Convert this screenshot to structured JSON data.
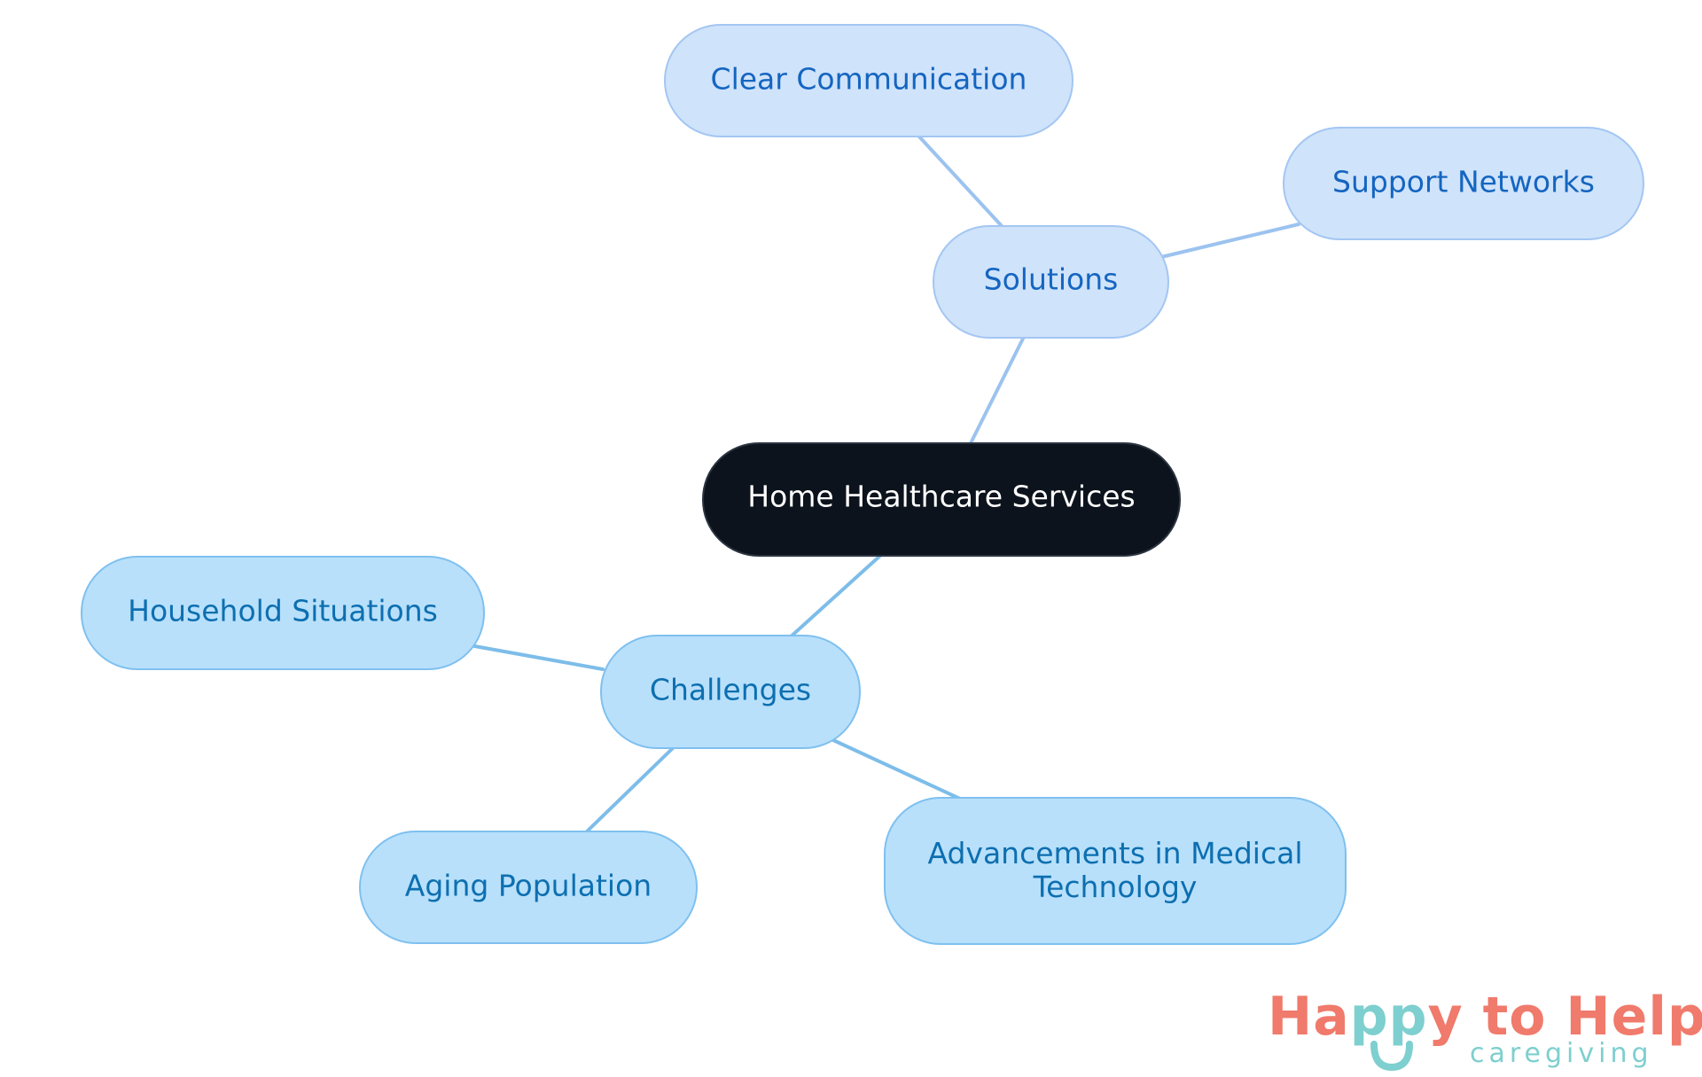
{
  "colors": {
    "background": "#ffffff",
    "root_fill": "#0d131c",
    "root_stroke": "#2b3440",
    "root_text": "#ffffff",
    "solutions_fill": "#cfe3fb",
    "solutions_stroke": "#a3c6f2",
    "solutions_text": "#1565c0",
    "solutions_edge": "#9cc3ef",
    "challenges_fill": "#b8e0fb",
    "challenges_stroke": "#7fc0ef",
    "challenges_text": "#0d6fb0",
    "challenges_edge": "#7dbde9",
    "logo_coral": "#f07a6b",
    "logo_teal": "#7ecfcf"
  },
  "mindmap": {
    "root": {
      "label": "Home Healthcare Services"
    },
    "branches": [
      {
        "label": "Solutions",
        "children": [
          {
            "label": "Clear Communication"
          },
          {
            "label": "Support Networks"
          }
        ]
      },
      {
        "label": "Challenges",
        "children": [
          {
            "label": "Household Situations"
          },
          {
            "label": "Aging Population"
          },
          {
            "label": "Advancements in Medical Technology"
          }
        ]
      }
    ]
  },
  "logo": {
    "word_happy_start": "Ha",
    "word_pp": "pp",
    "word_y": "y",
    "word_rest": " to Help",
    "tagline": "caregiving"
  }
}
